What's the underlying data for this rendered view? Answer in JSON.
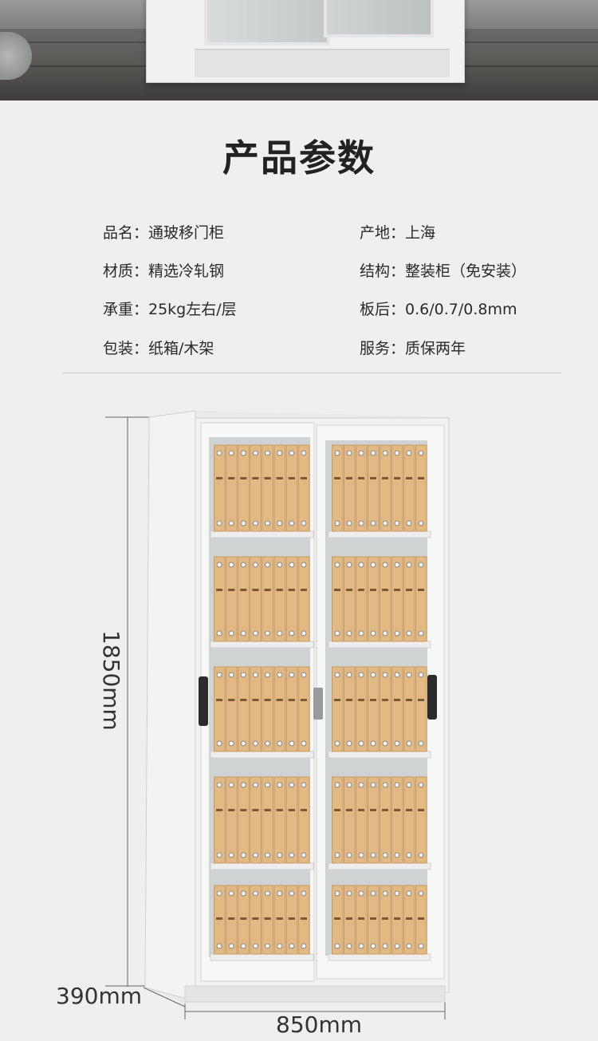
{
  "section_title": "产品参数",
  "params": {
    "name": "品名：通玻移门柜",
    "origin": "产地：上海",
    "material": "材质：精选冷轧钢",
    "structure": "结构：整装柜（免安装）",
    "load": "承重：25kg左右/层",
    "thickness": "板后：0.6/0.7/0.8mm",
    "packaging": "包装：纸箱/木架",
    "service": "服务：质保两年"
  },
  "dimensions": {
    "height": "1850mm",
    "depth": "390mm",
    "width": "850mm"
  },
  "colors": {
    "background": "#efefef",
    "cabinet": "#f0f0f0",
    "binder": "#e2b883",
    "binder_dark": "#c99a5f"
  }
}
